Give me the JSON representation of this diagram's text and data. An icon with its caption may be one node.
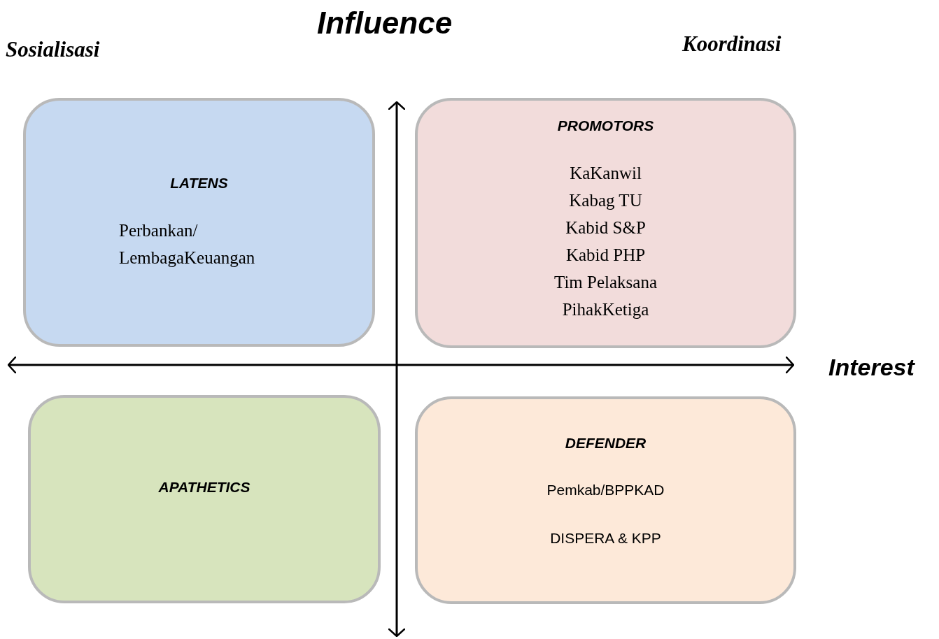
{
  "diagram": {
    "title": "Influence",
    "nodes": [
      {
        "text": [
          "LATENS",
          "Perbankan/ LembagaKeuangan"
        ]
      },
      {
        "text": [
          "PROMOTORS",
          "KaKanwil",
          "Kabag TU",
          "Kabid S&P",
          "Kabid PHP",
          "Tim Pelaksana",
          "PihakKetiga"
        ]
      },
      {
        "text": [
          "APATHETICS"
        ]
      },
      {
        "text": [
          "DEFENDER",
          "Pemkab/BPPKAD",
          "DISPERA & KPP"
        ]
      }
    ],
    "labels": [
      "Sosialisasi",
      "Koordinasi",
      "Interest"
    ]
  }
}
